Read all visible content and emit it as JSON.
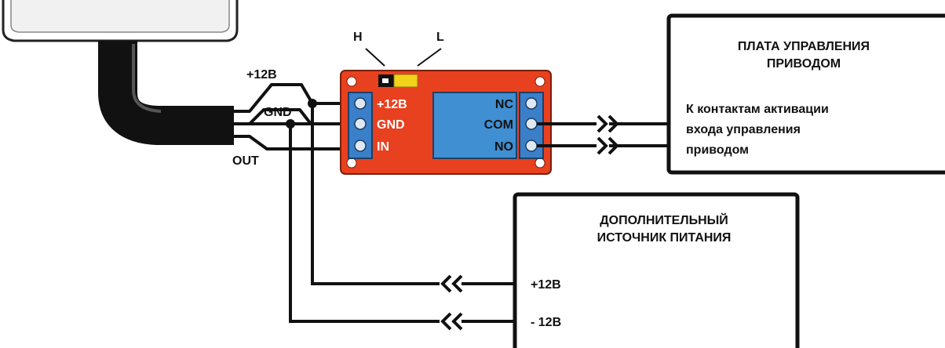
{
  "jumper": {
    "h_label": "H",
    "l_label": "L"
  },
  "sensor_wires": {
    "plus12_label": "+12В",
    "gnd_label": "GND",
    "out_label": "OUT"
  },
  "relay_module": {
    "input_terminals": [
      "+12В",
      "GND",
      "IN"
    ],
    "relay_terminals": [
      "NC",
      "COM",
      "NO"
    ],
    "board_color": "#E8411F",
    "relay_color": "#3F8FD2",
    "terminal_color": "#3A7FC8",
    "jumper_color": "#F2D21B"
  },
  "control_board": {
    "title_line1": "ПЛАТА УПРАВЛЕНИЯ",
    "title_line2": "ПРИВОДОМ",
    "desc_line1": "К контактам активации",
    "desc_line2": "входа управления",
    "desc_line3": "приводом"
  },
  "power_supply": {
    "title_line1": "ДОПОЛНИТЕЛЬНЫЙ",
    "title_line2": "ИСТОЧНИК ПИТАНИЯ",
    "plus_label": "+12В",
    "minus_label": "- 12В"
  }
}
